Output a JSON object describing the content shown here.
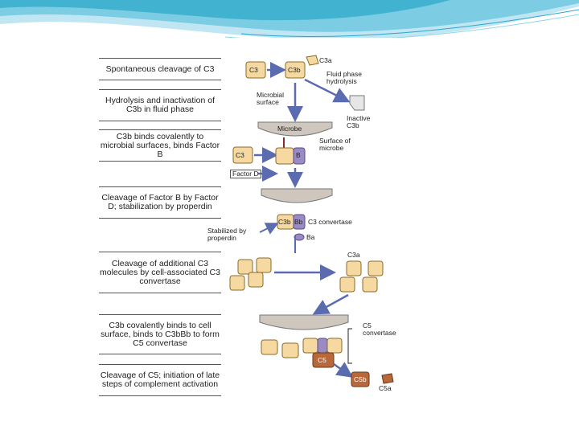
{
  "steps": [
    "Spontaneous cleavage of C3",
    "Hydrolysis and inactivation of C3b in fluid phase",
    "C3b binds covalently to microbial surfaces, binds Factor B",
    "Cleavage of Factor B by Factor D; stabilization by properdin",
    "Cleavage of additional C3 molecules by cell-associated C3 convertase",
    "C3b covalently binds to cell surface, binds to C3bBb to form C5 convertase",
    "Cleavage of C5; initiation of late steps of complement activation"
  ],
  "labels": {
    "c3": "C3",
    "c3a": "C3a",
    "c3b": "C3b",
    "fluid_phase": "Fluid phase hydrolysis",
    "microbial_surface": "Microbial surface",
    "inactive_c3b": "Inactive C3b",
    "microbe": "Microbe",
    "surface_of_microbe": "Surface of microbe",
    "b": "B",
    "factor_d": "Factor D",
    "bb": "Bb",
    "c3_convertase": "C3 convertase",
    "stabilized": "Stabilized by properdin",
    "ba": "Ba",
    "c5_convertase": "C5 convertase",
    "c5": "C5",
    "c5b": "C5b",
    "c5a": "C5a"
  },
  "colors": {
    "c3_fill": "#f5d9a0",
    "c3_stroke": "#8a6a2a",
    "b_fill": "#9b8bc4",
    "c5_fill": "#b8683a",
    "arrow": "#5b6bb0",
    "microbe_fill": "#cfc7bd",
    "wave": "#2aa7c9"
  }
}
